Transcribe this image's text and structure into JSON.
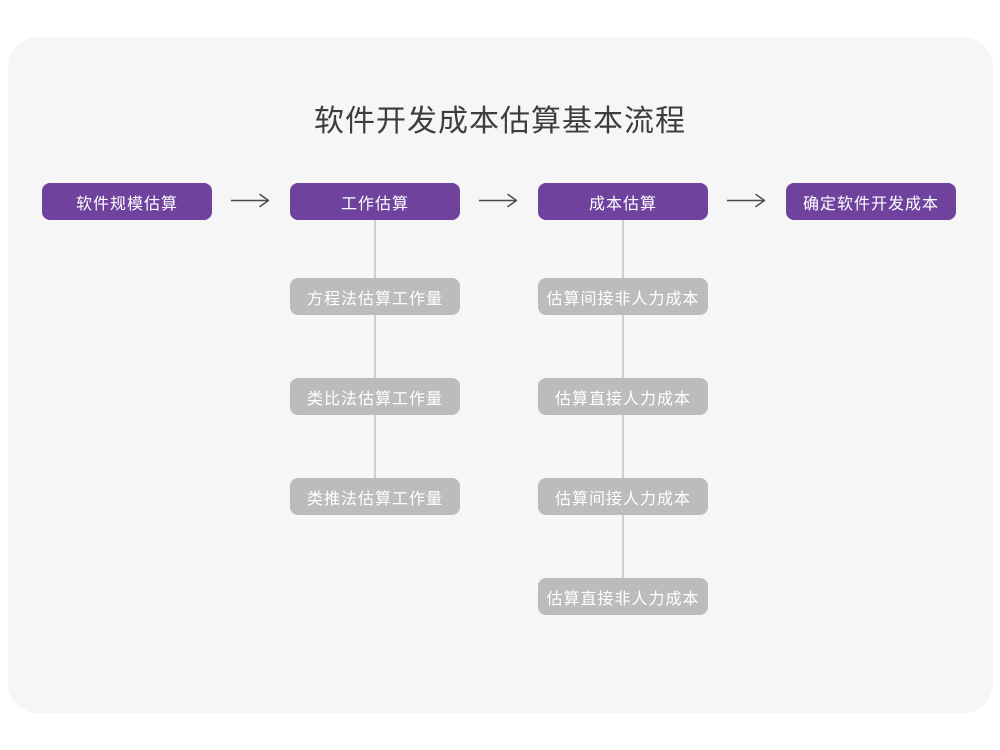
{
  "title": "软件开发成本估算基本流程",
  "colors": {
    "primary_box": "#6F429E",
    "secondary_box": "#BCBCBC",
    "card_background": "#F6F6F6",
    "page_background": "#FFFFFF",
    "arrow": "#4A4A4A",
    "connector_line": "#CFCFCF",
    "title_text": "#3D3D3D",
    "box_text": "#FFFFFF"
  },
  "flow": {
    "main_steps": [
      {
        "label": "软件规模估算"
      },
      {
        "label": "工作估算"
      },
      {
        "label": "成本估算"
      },
      {
        "label": "确定软件开发成本"
      }
    ],
    "work_estimation_substeps": [
      {
        "label": "方程法估算工作量"
      },
      {
        "label": "类比法估算工作量"
      },
      {
        "label": "类推法估算工作量"
      }
    ],
    "cost_estimation_substeps": [
      {
        "label": "估算间接非人力成本"
      },
      {
        "label": "估算直接人力成本"
      },
      {
        "label": "估算间接人力成本"
      },
      {
        "label": "估算直接非人力成本"
      }
    ]
  }
}
